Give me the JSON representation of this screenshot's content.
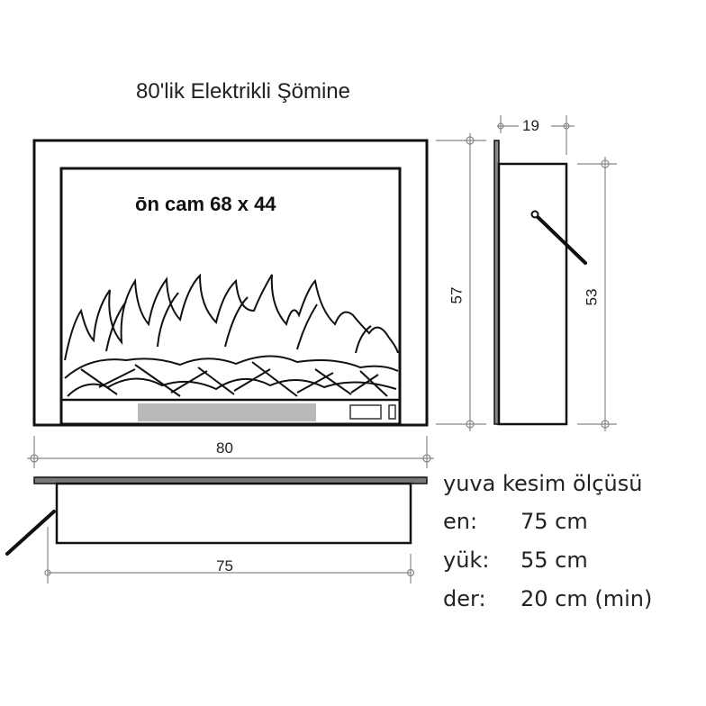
{
  "title": "80'lik Elektrikli Şömine",
  "front_view": {
    "glass_label": "ōn cam 68 x 44",
    "width_dim": "80",
    "height_dim": "57"
  },
  "side_view": {
    "depth_dim": "19",
    "body_height_dim": "53"
  },
  "top_view": {
    "frame_width_dim": "80",
    "body_width_dim": "75"
  },
  "cutout_spec": {
    "heading": "yuva kesim ölçüsü",
    "rows": [
      {
        "key": "en:",
        "value": "75 cm"
      },
      {
        "key": "yük:",
        "value": "55 cm"
      },
      {
        "key": "der:",
        "value": "20 cm (min)"
      }
    ]
  },
  "colors": {
    "line": "#111111",
    "dim_line": "#888888",
    "vent": "#9a9a9a"
  }
}
